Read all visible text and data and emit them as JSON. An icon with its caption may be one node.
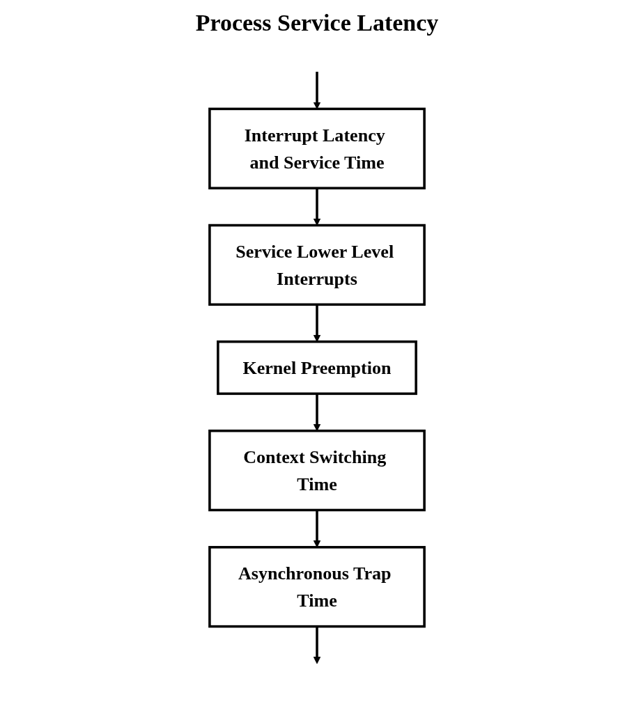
{
  "diagram": {
    "title": "Process Service Latency",
    "nodes": [
      {
        "text": [
          "Interrupt Latency and Service Time"
        ]
      },
      {
        "text": [
          "Service Lower Level Interrupts"
        ]
      },
      {
        "text": [
          "Kernel Preemption"
        ]
      },
      {
        "text": [
          "Context Switching Time"
        ]
      },
      {
        "text": [
          "Asynchronous Trap Time"
        ]
      }
    ],
    "edges": [
      {
        "from": null,
        "to": 0,
        "arrow": "to"
      },
      {
        "from": 0,
        "to": 1,
        "arrow": "to"
      },
      {
        "from": 1,
        "to": 2,
        "arrow": "to"
      },
      {
        "from": 2,
        "to": 3,
        "arrow": "to"
      },
      {
        "from": 3,
        "to": 4,
        "arrow": "to"
      },
      {
        "from": 4,
        "to": null,
        "arrow": "to"
      }
    ]
  }
}
